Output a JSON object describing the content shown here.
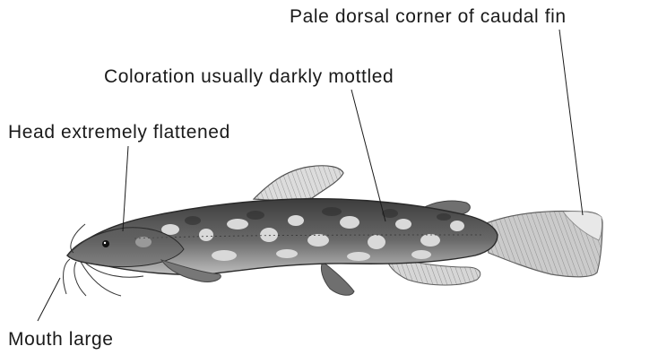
{
  "labels": {
    "caudal": "Pale dorsal corner of caudal fin",
    "coloration": "Coloration usually darkly mottled",
    "head": "Head extremely flattened",
    "mouth": "Mouth large"
  },
  "figure": {
    "subject": "catfish",
    "ink_color": "#1a1a1a",
    "background": "#ffffff"
  }
}
